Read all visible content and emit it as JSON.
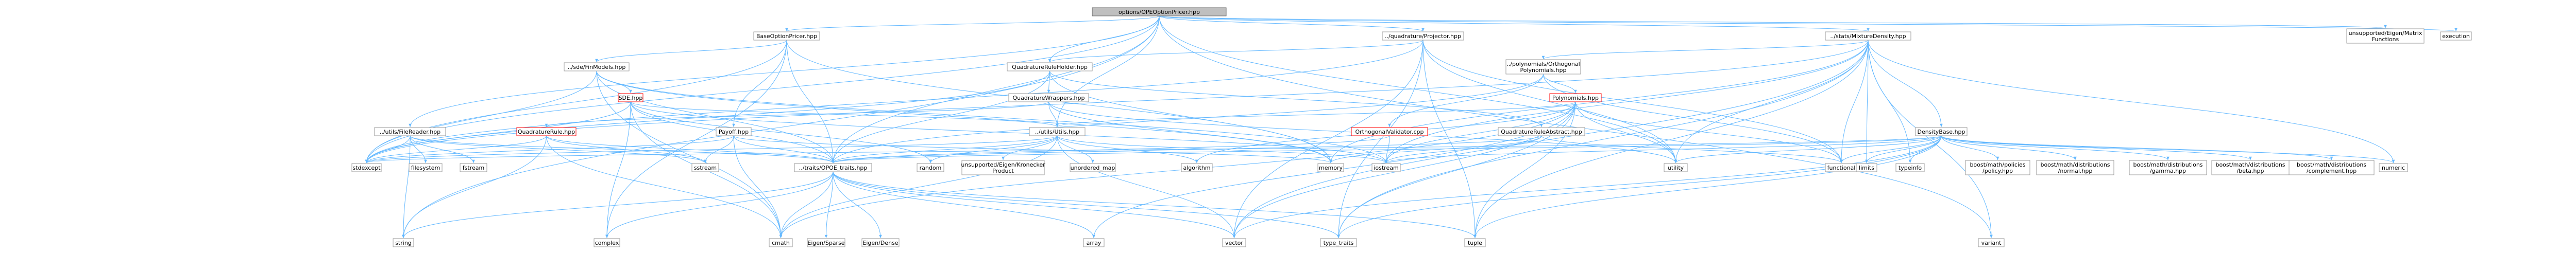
{
  "nodes": [
    {
      "id": "root",
      "lines": [
        "options/OPEOptionPricer.hpp"
      ],
      "style": "root"
    },
    {
      "id": "bop",
      "lines": [
        "BaseOptionPricer.hpp"
      ]
    },
    {
      "id": "qp",
      "lines": [
        "../quadrature/Projector.hpp"
      ]
    },
    {
      "id": "mdh",
      "lines": [
        "../stats/MixtureDensity.hpp"
      ]
    },
    {
      "id": "eig",
      "lines": [
        "unsupported/Eigen/Matrix",
        "Functions"
      ]
    },
    {
      "id": "exe",
      "lines": [
        "execution"
      ]
    },
    {
      "id": "sdepm",
      "lines": [
        "../sde/FinModels.hpp"
      ]
    },
    {
      "id": "qrh",
      "lines": [
        "QuadratureRuleHolder.hpp"
      ]
    },
    {
      "id": "orth",
      "lines": [
        "../polynomials/Orthogonal",
        "Polynomials.hpp"
      ]
    },
    {
      "id": "sde",
      "lines": [
        "SDE.hpp"
      ],
      "style": "red"
    },
    {
      "id": "qw",
      "lines": [
        "QuadratureWrappers.hpp"
      ]
    },
    {
      "id": "poly",
      "lines": [
        "Polynomials.hpp"
      ],
      "style": "red"
    },
    {
      "id": "dens",
      "lines": [
        "DensityBase.hpp"
      ]
    },
    {
      "id": "pay",
      "lines": [
        "Payoff.hpp"
      ]
    },
    {
      "id": "ufr",
      "lines": [
        "../utils/FileReader.hpp"
      ]
    },
    {
      "id": "qr",
      "lines": [
        "QuadratureRule.hpp"
      ],
      "style": "red"
    },
    {
      "id": "uu",
      "lines": [
        "../utils/Utils.hpp"
      ]
    },
    {
      "id": "ov",
      "lines": [
        "OrthogonalValidator.cpp"
      ],
      "style": "red"
    },
    {
      "id": "qra",
      "lines": [
        "QuadratureRuleAbstract.hpp"
      ]
    },
    {
      "id": "stdexcept",
      "lines": [
        "stdexcept"
      ]
    },
    {
      "id": "filesystem",
      "lines": [
        "filesystem"
      ]
    },
    {
      "id": "fstream",
      "lines": [
        "fstream"
      ]
    },
    {
      "id": "sstream",
      "lines": [
        "sstream"
      ]
    },
    {
      "id": "traits",
      "lines": [
        "../traits/OPOE_traits.hpp"
      ]
    },
    {
      "id": "random",
      "lines": [
        "random"
      ]
    },
    {
      "id": "kron",
      "lines": [
        "unsupported/Eigen/Kronecker",
        "Product"
      ]
    },
    {
      "id": "umap",
      "lines": [
        "unordered_map"
      ]
    },
    {
      "id": "algo",
      "lines": [
        "algorithm"
      ]
    },
    {
      "id": "memory",
      "lines": [
        "memory"
      ]
    },
    {
      "id": "iostream",
      "lines": [
        "iostream"
      ]
    },
    {
      "id": "utility",
      "lines": [
        "utility"
      ]
    },
    {
      "id": "functional",
      "lines": [
        "functional"
      ]
    },
    {
      "id": "limits",
      "lines": [
        "limits"
      ]
    },
    {
      "id": "typeinfo",
      "lines": [
        "typeinfo"
      ]
    },
    {
      "id": "bpol",
      "lines": [
        "boost/math/policies",
        "/policy.hpp"
      ]
    },
    {
      "id": "bnorm",
      "lines": [
        "boost/math/distributions",
        "/normal.hpp"
      ]
    },
    {
      "id": "bgam",
      "lines": [
        "boost/math/distributions",
        "/gamma.hpp"
      ]
    },
    {
      "id": "bbeta",
      "lines": [
        "boost/math/distributions",
        "/beta.hpp"
      ]
    },
    {
      "id": "bcomp",
      "lines": [
        "boost/math/distributions",
        "/complement.hpp"
      ]
    },
    {
      "id": "numeric",
      "lines": [
        "numeric"
      ]
    },
    {
      "id": "string",
      "lines": [
        "string"
      ]
    },
    {
      "id": "complex",
      "lines": [
        "complex"
      ]
    },
    {
      "id": "cmath",
      "lines": [
        "cmath"
      ]
    },
    {
      "id": "sparse",
      "lines": [
        "Eigen/Sparse"
      ]
    },
    {
      "id": "dense",
      "lines": [
        "Eigen/Dense"
      ]
    },
    {
      "id": "array",
      "lines": [
        "array"
      ]
    },
    {
      "id": "vector",
      "lines": [
        "vector"
      ]
    },
    {
      "id": "tt",
      "lines": [
        "type_traits"
      ]
    },
    {
      "id": "tuple",
      "lines": [
        "tuple"
      ]
    },
    {
      "id": "variant",
      "lines": [
        "variant"
      ]
    }
  ],
  "edges": [
    [
      "root",
      "bop"
    ],
    [
      "root",
      "qp"
    ],
    [
      "root",
      "mdh"
    ],
    [
      "root",
      "eig"
    ],
    [
      "root",
      "exe"
    ],
    [
      "root",
      "stdexcept"
    ],
    [
      "root",
      "string"
    ],
    [
      "root",
      "traits"
    ],
    [
      "root",
      "uu"
    ],
    [
      "root",
      "ufr"
    ],
    [
      "root",
      "utility"
    ],
    [
      "root",
      "variant"
    ],
    [
      "root",
      "qrh"
    ],
    [
      "bop",
      "sdepm"
    ],
    [
      "bop",
      "pay"
    ],
    [
      "bop",
      "traits"
    ],
    [
      "bop",
      "stdexcept"
    ],
    [
      "bop",
      "memory"
    ],
    [
      "bop",
      "complex"
    ],
    [
      "qp",
      "qrh"
    ],
    [
      "qp",
      "utility"
    ],
    [
      "qp",
      "functional"
    ],
    [
      "qp",
      "tuple"
    ],
    [
      "qp",
      "vector"
    ],
    [
      "qp",
      "tt"
    ],
    [
      "qp",
      "stdexcept"
    ],
    [
      "mdh",
      "orth"
    ],
    [
      "mdh",
      "dens"
    ],
    [
      "mdh",
      "stdexcept"
    ],
    [
      "mdh",
      "iostream"
    ],
    [
      "mdh",
      "utility"
    ],
    [
      "mdh",
      "functional"
    ],
    [
      "mdh",
      "limits"
    ],
    [
      "mdh",
      "typeinfo"
    ],
    [
      "mdh",
      "numeric"
    ],
    [
      "mdh",
      "tuple"
    ],
    [
      "mdh",
      "variant"
    ],
    [
      "mdh",
      "vector"
    ],
    [
      "mdh",
      "tt"
    ],
    [
      "mdh",
      "memory"
    ],
    [
      "sdepm",
      "sde"
    ],
    [
      "sdepm",
      "stdexcept"
    ],
    [
      "sdepm",
      "iostream"
    ],
    [
      "sdepm",
      "memory"
    ],
    [
      "sdepm",
      "cmath"
    ],
    [
      "sdepm",
      "traits"
    ],
    [
      "qrh",
      "qw"
    ],
    [
      "qrh",
      "qra"
    ],
    [
      "qrh",
      "traits"
    ],
    [
      "qrh",
      "stdexcept"
    ],
    [
      "qrh",
      "memory"
    ],
    [
      "orth",
      "poly"
    ],
    [
      "orth",
      "ov"
    ],
    [
      "orth",
      "traits"
    ],
    [
      "orth",
      "functional"
    ],
    [
      "sde",
      "traits"
    ],
    [
      "sde",
      "stdexcept"
    ],
    [
      "sde",
      "uu"
    ],
    [
      "sde",
      "random"
    ],
    [
      "sde",
      "iostream"
    ],
    [
      "sde",
      "cmath"
    ],
    [
      "sde",
      "complex"
    ],
    [
      "qw",
      "qr"
    ],
    [
      "qw",
      "uu"
    ],
    [
      "qw",
      "memory"
    ],
    [
      "qw",
      "utility"
    ],
    [
      "poly",
      "uu"
    ],
    [
      "poly",
      "algo"
    ],
    [
      "poly",
      "array"
    ],
    [
      "poly",
      "cmath"
    ],
    [
      "poly",
      "iostream"
    ],
    [
      "poly",
      "functional"
    ],
    [
      "poly",
      "utility"
    ],
    [
      "poly",
      "vector"
    ],
    [
      "poly",
      "tt"
    ],
    [
      "poly",
      "tuple"
    ],
    [
      "dens",
      "stdexcept"
    ],
    [
      "dens",
      "limits"
    ],
    [
      "dens",
      "iostream"
    ],
    [
      "dens",
      "utility"
    ],
    [
      "dens",
      "functional"
    ],
    [
      "dens",
      "typeinfo"
    ],
    [
      "dens",
      "bpol"
    ],
    [
      "dens",
      "bnorm"
    ],
    [
      "dens",
      "bgam"
    ],
    [
      "dens",
      "bbeta"
    ],
    [
      "dens",
      "bcomp"
    ],
    [
      "dens",
      "numeric"
    ],
    [
      "dens",
      "traits"
    ],
    [
      "dens",
      "tt"
    ],
    [
      "dens",
      "vector"
    ],
    [
      "dens",
      "tuple"
    ],
    [
      "pay",
      "traits"
    ],
    [
      "pay",
      "sstream"
    ],
    [
      "pay",
      "cmath"
    ],
    [
      "pay",
      "memory"
    ],
    [
      "pay",
      "stdexcept"
    ],
    [
      "ufr",
      "stdexcept"
    ],
    [
      "ufr",
      "filesystem"
    ],
    [
      "ufr",
      "fstream"
    ],
    [
      "ufr",
      "sstream"
    ],
    [
      "ufr",
      "string"
    ],
    [
      "ufr",
      "traits"
    ],
    [
      "qr",
      "traits"
    ],
    [
      "qr",
      "stdexcept"
    ],
    [
      "qr",
      "string"
    ],
    [
      "qr",
      "cmath"
    ],
    [
      "qr",
      "sstream"
    ],
    [
      "uu",
      "traits"
    ],
    [
      "uu",
      "random"
    ],
    [
      "uu",
      "kron"
    ],
    [
      "uu",
      "umap"
    ],
    [
      "uu",
      "algo"
    ],
    [
      "uu",
      "iostream"
    ],
    [
      "uu",
      "stdexcept"
    ],
    [
      "uu",
      "vector"
    ],
    [
      "uu",
      "cmath"
    ],
    [
      "ov",
      "traits"
    ],
    [
      "ov",
      "iostream"
    ],
    [
      "qra",
      "traits"
    ],
    [
      "qra",
      "functional"
    ],
    [
      "qra",
      "memory"
    ],
    [
      "qra",
      "iostream"
    ],
    [
      "traits",
      "complex"
    ],
    [
      "traits",
      "cmath"
    ],
    [
      "traits",
      "sparse"
    ],
    [
      "traits",
      "dense"
    ],
    [
      "traits",
      "array"
    ],
    [
      "traits",
      "vector"
    ],
    [
      "traits",
      "tt"
    ],
    [
      "traits",
      "tuple"
    ],
    [
      "traits",
      "string"
    ]
  ]
}
